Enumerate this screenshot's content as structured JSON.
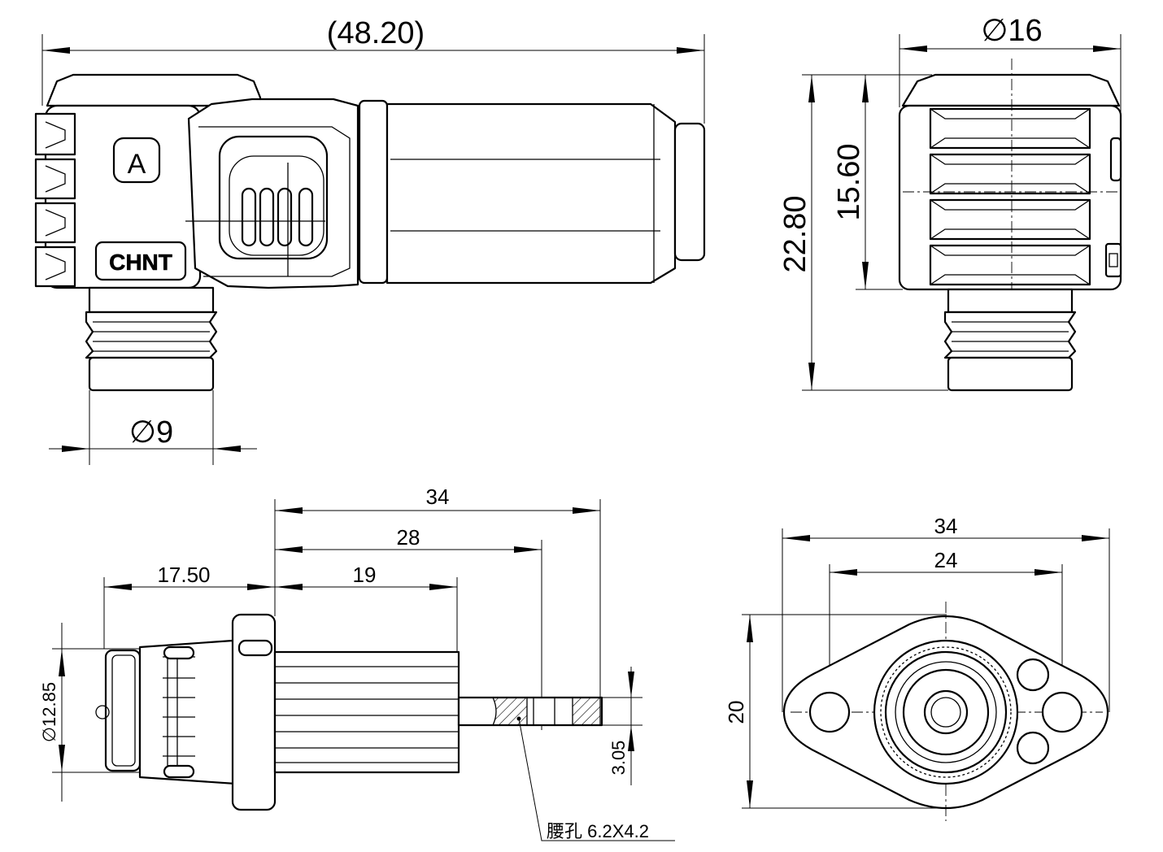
{
  "brand": {
    "logo_text": "CHNT",
    "label_badge": "A"
  },
  "dimensions": {
    "side_total_length": "(48.20)",
    "cable_diameter": "∅9",
    "front_width": "∅16",
    "front_total_height": "22.80",
    "front_body_height": "15.60",
    "pcb_length_34": "34",
    "pcb_length_28": "28",
    "pcb_length_19": "19",
    "pcb_rear_17_50": "17.50",
    "pcb_diameter": "∅12.85",
    "pin_width": "3.05",
    "slot_note": "腰孔 6.2X4.2",
    "flange_total": "34",
    "flange_holes": "24",
    "flange_height": "20"
  }
}
